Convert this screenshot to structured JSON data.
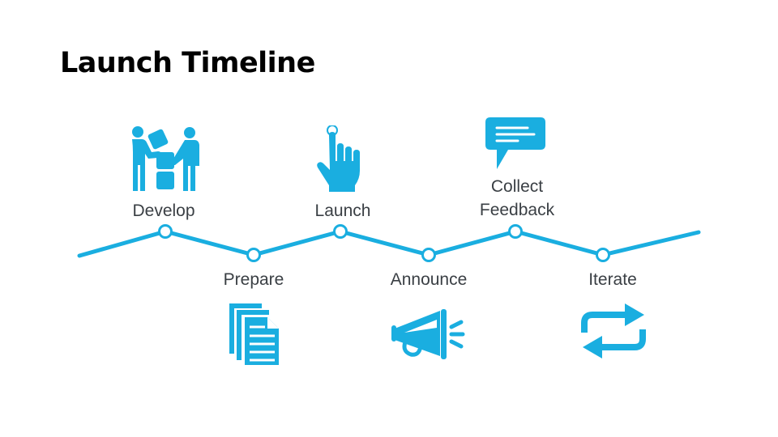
{
  "title": "Launch Timeline",
  "accent_color": "#1AAEE0",
  "stages": [
    {
      "label": "Develop",
      "icon": "handover-icon",
      "position": "above"
    },
    {
      "label": "Prepare",
      "icon": "documents-icon",
      "position": "below"
    },
    {
      "label": "Launch",
      "icon": "tap-finger-icon",
      "position": "above"
    },
    {
      "label": "Announce",
      "icon": "megaphone-icon",
      "position": "below"
    },
    {
      "label_line1": "Collect",
      "label_line2": "Feedback",
      "icon": "chat-bubble-icon",
      "position": "above"
    },
    {
      "label": "Iterate",
      "icon": "repeat-icon",
      "position": "below"
    }
  ]
}
